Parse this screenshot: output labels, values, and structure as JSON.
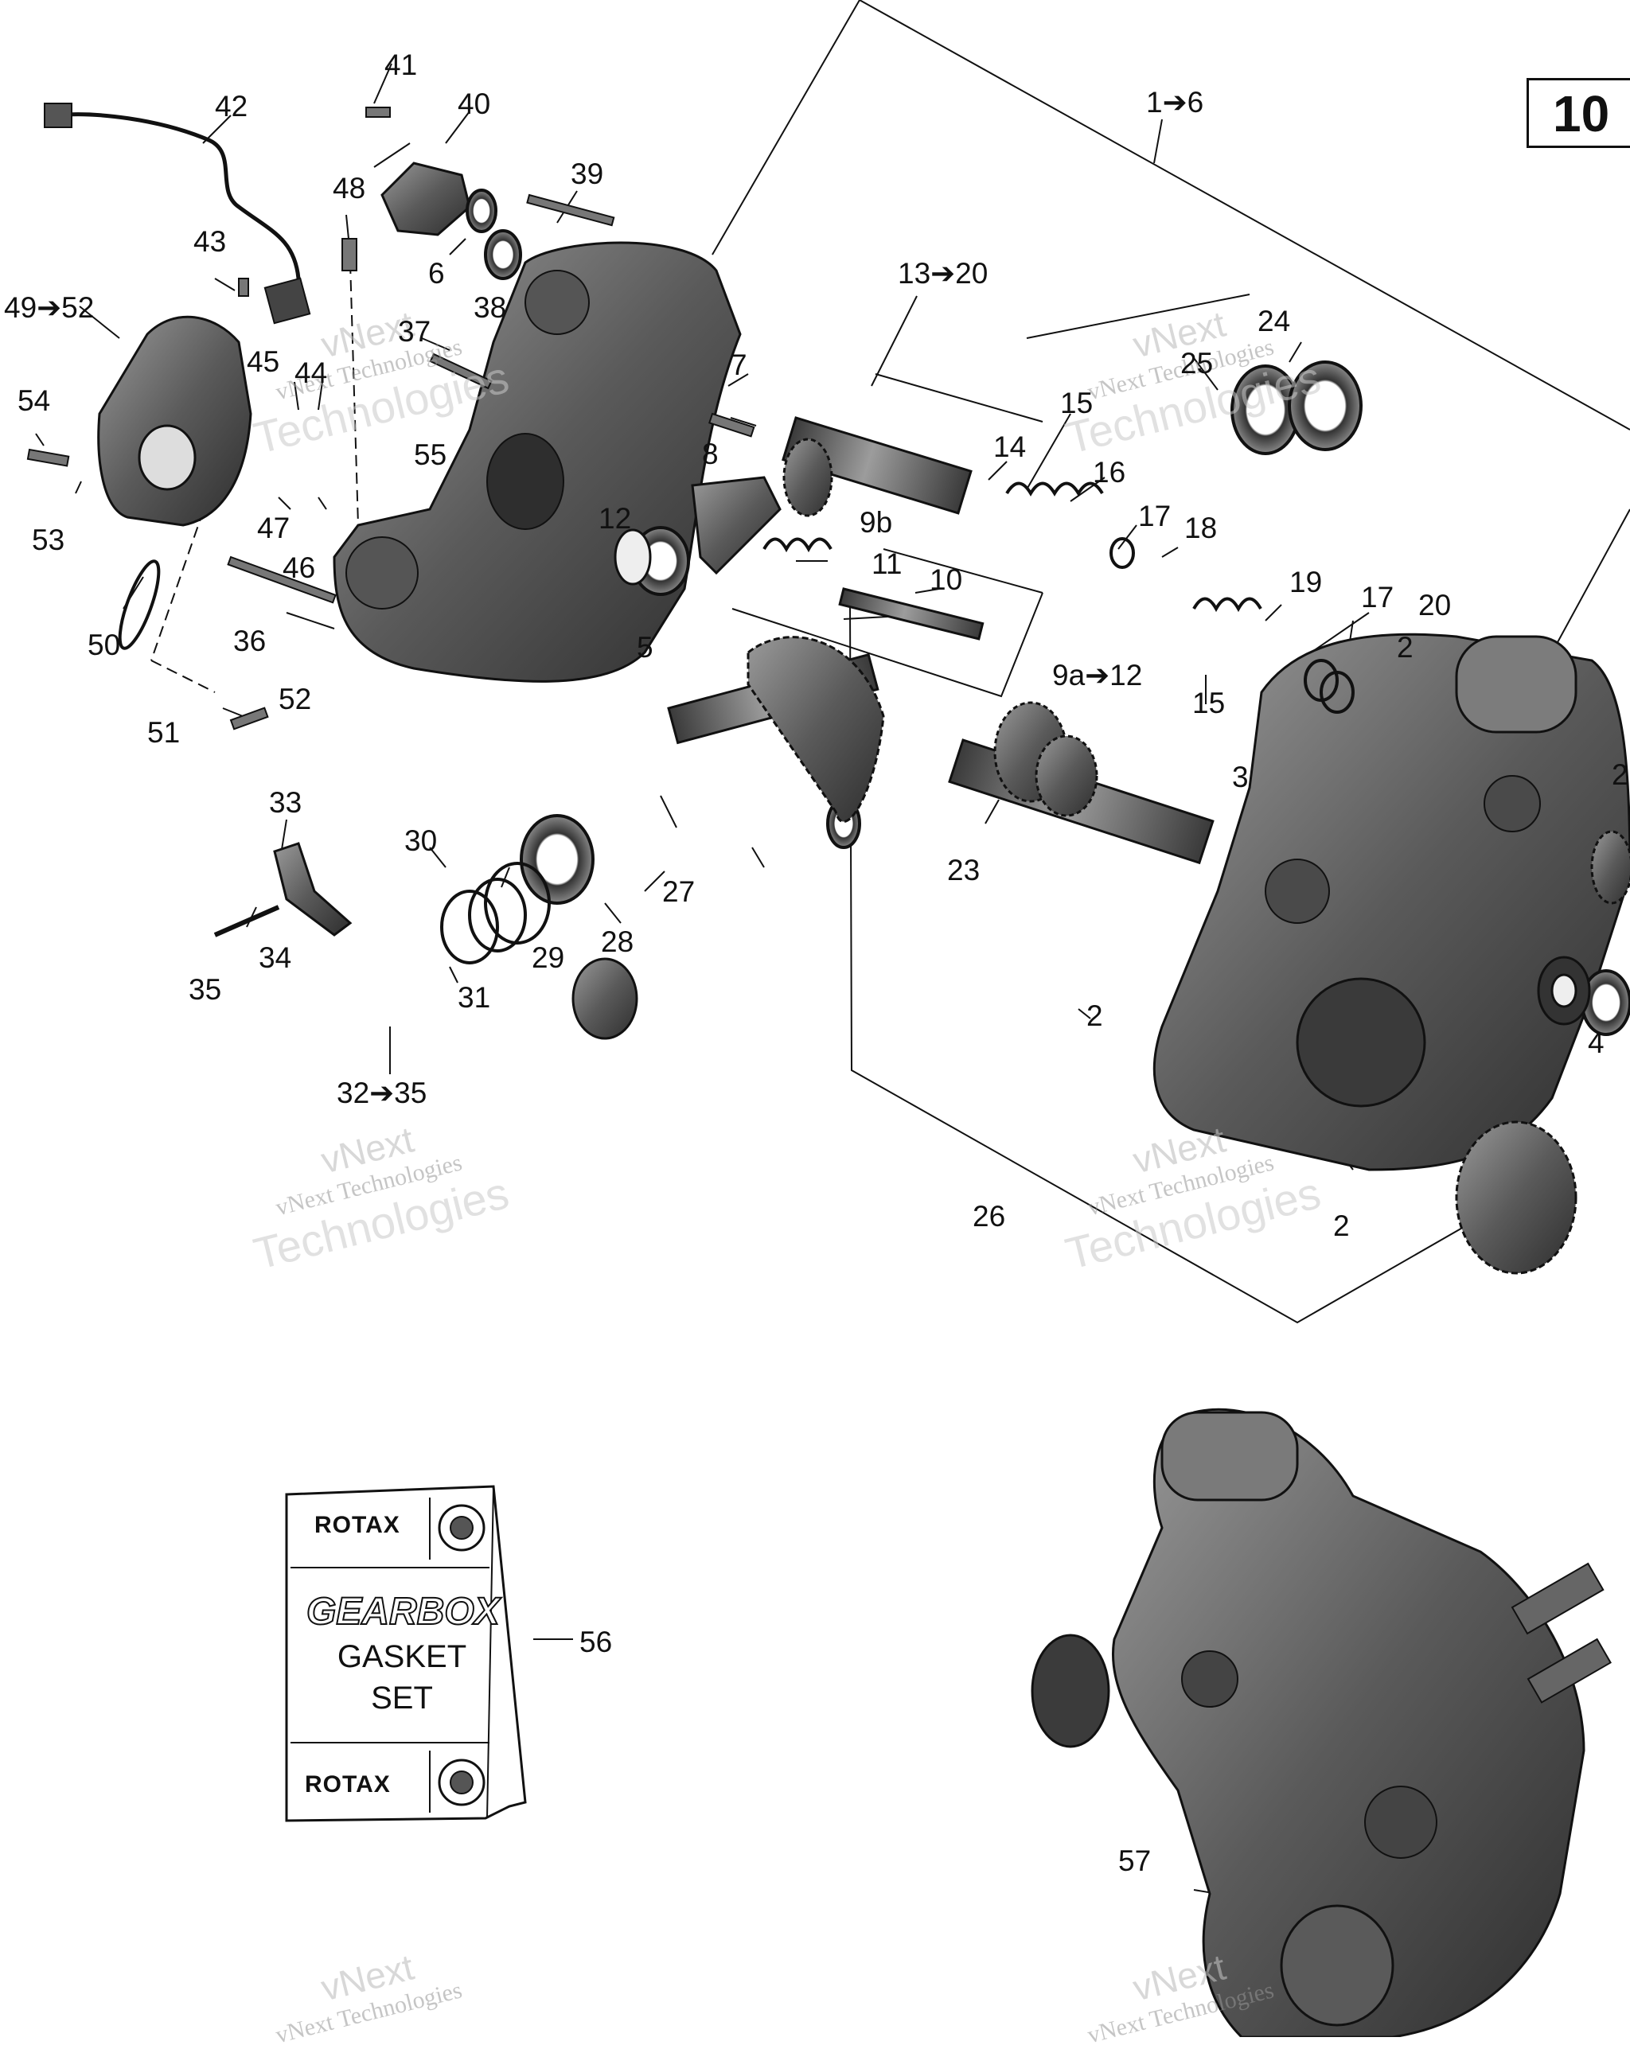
{
  "page_tag": "10",
  "callouts": {
    "c1_6": "1➔6",
    "c2a": "2",
    "c2b": "2",
    "c2c": "2",
    "c2d": "2",
    "c3": "3",
    "c4": "4",
    "c5": "5",
    "c6": "6",
    "c7": "7",
    "c8": "8",
    "c9a_12": "9a➔12",
    "c9b": "9b",
    "c10": "10",
    "c11": "11",
    "c12": "12",
    "c13_20": "13➔20",
    "c14": "14",
    "c15a": "15",
    "c15b": "15",
    "c16": "16",
    "c17a": "17",
    "c17b": "17",
    "c18": "18",
    "c19": "19",
    "c20": "20",
    "c23": "23",
    "c24": "24",
    "c25": "25",
    "c26": "26",
    "c27": "27",
    "c28": "28",
    "c29": "29",
    "c30": "30",
    "c31": "31",
    "c32_35": "32➔35",
    "c33": "33",
    "c34": "34",
    "c35": "35",
    "c36": "36",
    "c37": "37",
    "c38": "38",
    "c39": "39",
    "c40": "40",
    "c41": "41",
    "c42": "42",
    "c43": "43",
    "c44": "44",
    "c45": "45",
    "c46": "46",
    "c47": "47",
    "c48": "48",
    "c49_52": "49➔52",
    "c50": "50",
    "c51": "51",
    "c52": "52",
    "c53": "53",
    "c54": "54",
    "c55": "55",
    "c56": "56",
    "c57": "57"
  },
  "kit": {
    "brand_top": "ROTAX",
    "title_line1": "GEARBOX",
    "title_line2": "GASKET",
    "title_line3": "SET",
    "brand_bottom": "ROTAX"
  },
  "watermark": {
    "line1": "vNext",
    "line2": "vNext Technologies",
    "line3": "Technologies"
  }
}
